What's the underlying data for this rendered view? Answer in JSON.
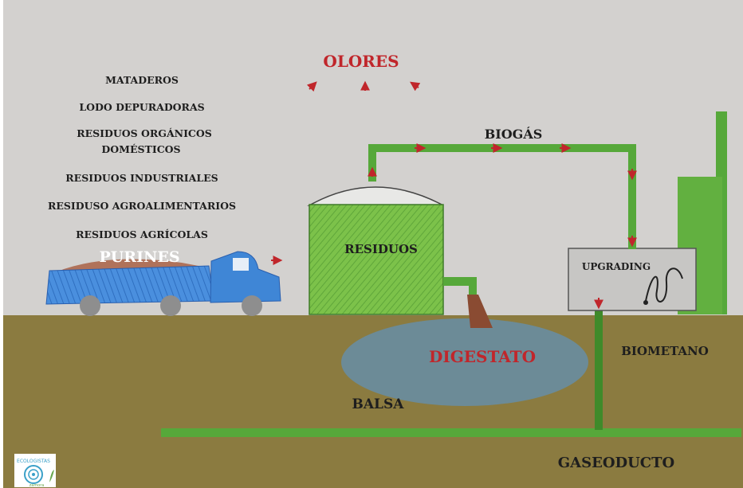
{
  "labels": {
    "olores": "OLORES",
    "biogas": "BIOGÁS",
    "residuos": "RESIDUOS",
    "upgrading": "UPGRADING",
    "purines": "PURINES",
    "digestato": "DIGESTATO",
    "biometano": "BIOMETANO",
    "balsa": "BALSA",
    "gaseoducto": "GASEODUCTO"
  },
  "feedstock_list": [
    "MATADEROS",
    "LODO DEPURADORAS",
    "RESIDUOS ORGÁNICOS",
    "DOMÉSTICOS",
    "RESIDUOS INDUSTRIALES",
    "RESIDUSO AGROALIMENTARIOS",
    "RESIDUOS AGRÍCOLAS"
  ],
  "logo": {
    "text": "ECOLOGISTAS",
    "subtext": "zamora"
  },
  "colors": {
    "sky": "#d3d1cf",
    "ground": "#8b7b40",
    "tank_green": "#7cc24a",
    "pipe_green": "#56a83a",
    "digestate_pool": "#6c8b97",
    "truck_blue": "#3f86d6",
    "accent_red": "#c0262b",
    "upgrading_box": "#c7c6c4"
  }
}
